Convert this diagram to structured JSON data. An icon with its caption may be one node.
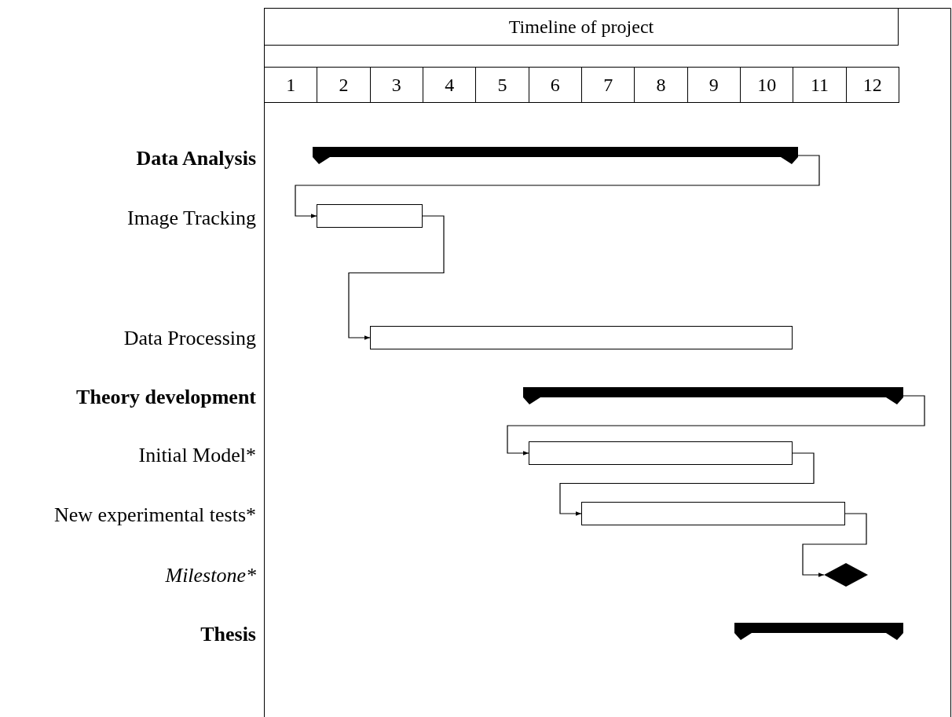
{
  "diagram": {
    "title": "Timeline of project",
    "nodes": [
      {
        "text": [],
        "shape": "bar"
      },
      {
        "text": [],
        "shape": "bar"
      },
      {
        "text": [],
        "shape": "bar"
      },
      {
        "text": [],
        "shape": "bar"
      },
      {
        "text": [],
        "shape": "bar"
      },
      {
        "text": [],
        "shape": "bar"
      },
      {
        "text": [],
        "shape": "diamond"
      },
      {
        "text": [],
        "shape": "bar"
      }
    ],
    "edges": [
      {
        "from": 0,
        "to": 1,
        "arrow": "to"
      },
      {
        "from": 1,
        "to": 2,
        "arrow": "to"
      },
      {
        "from": 3,
        "to": 4,
        "arrow": "to"
      },
      {
        "from": 4,
        "to": 5,
        "arrow": "to"
      },
      {
        "from": 5,
        "to": 6,
        "arrow": "to"
      }
    ],
    "labels": [
      "1",
      "2",
      "3",
      "4",
      "5",
      "6",
      "7",
      "8",
      "9",
      "10",
      "11",
      "12",
      "Data Analysis",
      "Image Tracking",
      "Data Processing",
      "Theory development",
      "Initial Model*",
      "New experimental tests*",
      "Milestone*",
      "Thesis"
    ]
  }
}
